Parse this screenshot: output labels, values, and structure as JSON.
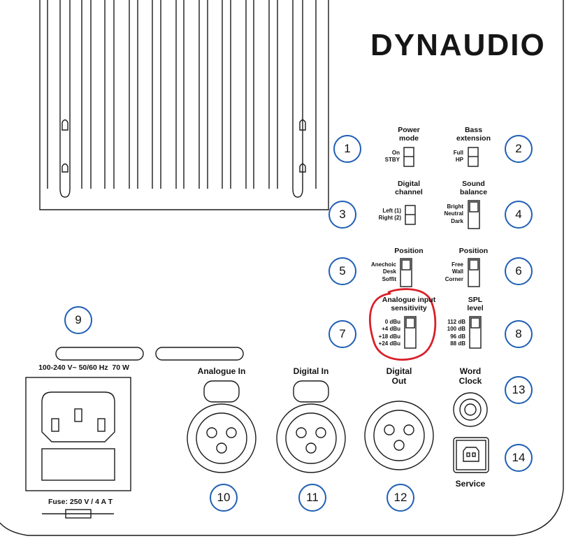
{
  "brand": "DYNAUDIO",
  "switches": {
    "power_mode": {
      "title": [
        "Power",
        "mode"
      ],
      "options": [
        "On",
        "STBY"
      ]
    },
    "bass_extension": {
      "title": [
        "Bass",
        "extension"
      ],
      "options": [
        "Full",
        "HP"
      ]
    },
    "digital_channel": {
      "title": [
        "Digital",
        "channel"
      ],
      "options": [
        "Left (1)",
        "Right (2)"
      ]
    },
    "sound_balance": {
      "title": [
        "Sound",
        "balance"
      ],
      "options": [
        "Bright",
        "Neutral",
        "Dark"
      ]
    },
    "position_left": {
      "title": [
        "Position"
      ],
      "options": [
        "Anechoic",
        "Desk",
        "Soffit"
      ]
    },
    "position_right": {
      "title": [
        "Position"
      ],
      "options": [
        "Free",
        "Wall",
        "Corner"
      ]
    },
    "analogue_sensitivity": {
      "title": [
        "Analogue input",
        "sensitivity"
      ],
      "options": [
        "0 dBu",
        "+4 dBu",
        "+18 dBu",
        "+24 dBu"
      ]
    },
    "spl_level": {
      "title": [
        "SPL",
        "level"
      ],
      "options": [
        "112 dB",
        "100 dB",
        "96 dB",
        "88 dB"
      ]
    }
  },
  "power": {
    "rating": "100-240 V~ 50/60 Hz  70 W",
    "fuse": "Fuse: 250 V / 4 A T"
  },
  "connectors": {
    "analogue_in": "Analogue In",
    "digital_in": "Digital In",
    "digital_out": [
      "Digital",
      "Out"
    ],
    "word_clock": [
      "Word",
      "Clock"
    ],
    "service": "Service"
  },
  "callouts": [
    "1",
    "2",
    "3",
    "4",
    "5",
    "6",
    "7",
    "8",
    "9",
    "10",
    "11",
    "12",
    "13",
    "14"
  ],
  "colors": {
    "callout_ring": "#1f5fb4",
    "highlight": "#d9202a",
    "line": "#1a1a1a"
  }
}
